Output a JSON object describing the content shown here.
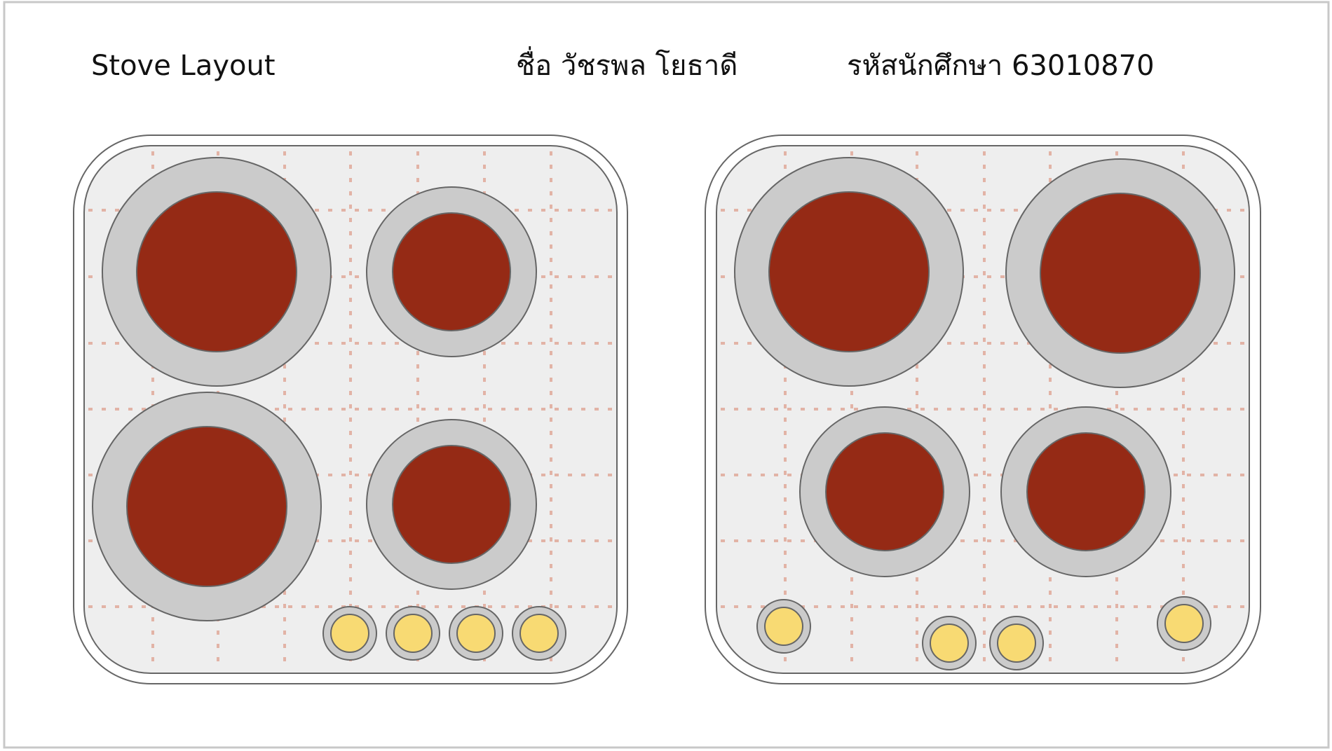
{
  "header": {
    "title": "Stove Layout",
    "name": "ชื่อ วัชรพล โยธาดี",
    "student_id": "รหัสนักศึกษา 63010870"
  },
  "colors": {
    "frame_border": "#c8c8c8",
    "cooktop_fill": "#eeeeee",
    "cooktop_outline": "#666666",
    "grid_dots": "#e2b3a6",
    "burner_ring": "#cbcbcb",
    "burner_hot": "#952a15",
    "knob_ring": "#cbcbcb",
    "knob_face": "#f8da73"
  },
  "stoves": [
    {
      "id": "left",
      "burners": [
        {
          "size": "large"
        },
        {
          "size": "small"
        },
        {
          "size": "large"
        },
        {
          "size": "small"
        }
      ],
      "knobs": [
        {},
        {},
        {},
        {}
      ]
    },
    {
      "id": "right",
      "burners": [
        {
          "size": "large"
        },
        {
          "size": "large"
        },
        {
          "size": "small"
        },
        {
          "size": "small"
        }
      ],
      "knobs": [
        {},
        {},
        {},
        {}
      ]
    }
  ]
}
